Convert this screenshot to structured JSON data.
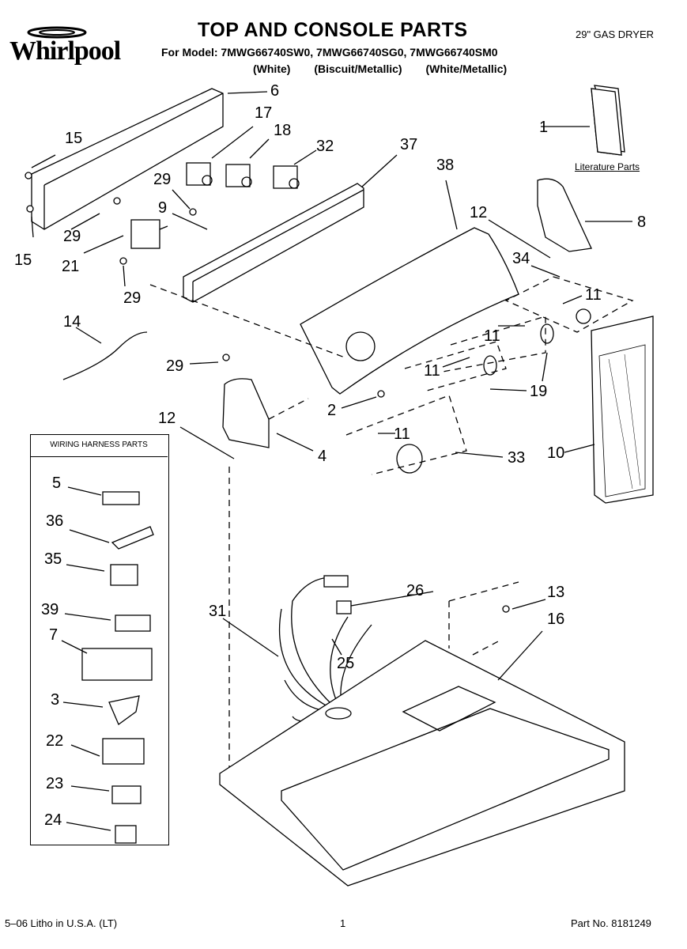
{
  "header": {
    "brand": "Whirlpool",
    "title": "TOP AND CONSOLE PARTS",
    "models": "For Model: 7MWG66740SW0, 7MWG66740SG0, 7MWG66740SM0",
    "variants": [
      "(White)",
      "(Biscuit/Metallic)",
      "(White/Metallic)"
    ],
    "product": "29\" GAS DRYER"
  },
  "literature_label": "Literature Parts",
  "harness_title": "WIRING HARNESS PARTS",
  "callouts": {
    "c1": "1",
    "c2": "2",
    "c3": "3",
    "c4": "4",
    "c5": "5",
    "c6": "6",
    "c7": "7",
    "c8": "8",
    "c9": "9",
    "c10": "10",
    "c11a": "11",
    "c11b": "11",
    "c11c": "11",
    "c11d": "11",
    "c12a": "12",
    "c12b": "12",
    "c13": "13",
    "c14": "14",
    "c15a": "15",
    "c15b": "15",
    "c16": "16",
    "c17": "17",
    "c18": "18",
    "c19": "19",
    "c21": "21",
    "c22": "22",
    "c23": "23",
    "c24": "24",
    "c25": "25",
    "c26": "26",
    "c29a": "29",
    "c29b": "29",
    "c29c": "29",
    "c29d": "29",
    "c31": "31",
    "c32": "32",
    "c33": "33",
    "c34": "34",
    "c35": "35",
    "c36": "36",
    "c37": "37",
    "c38": "38",
    "c39": "39"
  },
  "footer": {
    "litho": "5–06 Litho in U.S.A. (LT)",
    "page": "1",
    "part_no": "Part No. 8181249"
  }
}
